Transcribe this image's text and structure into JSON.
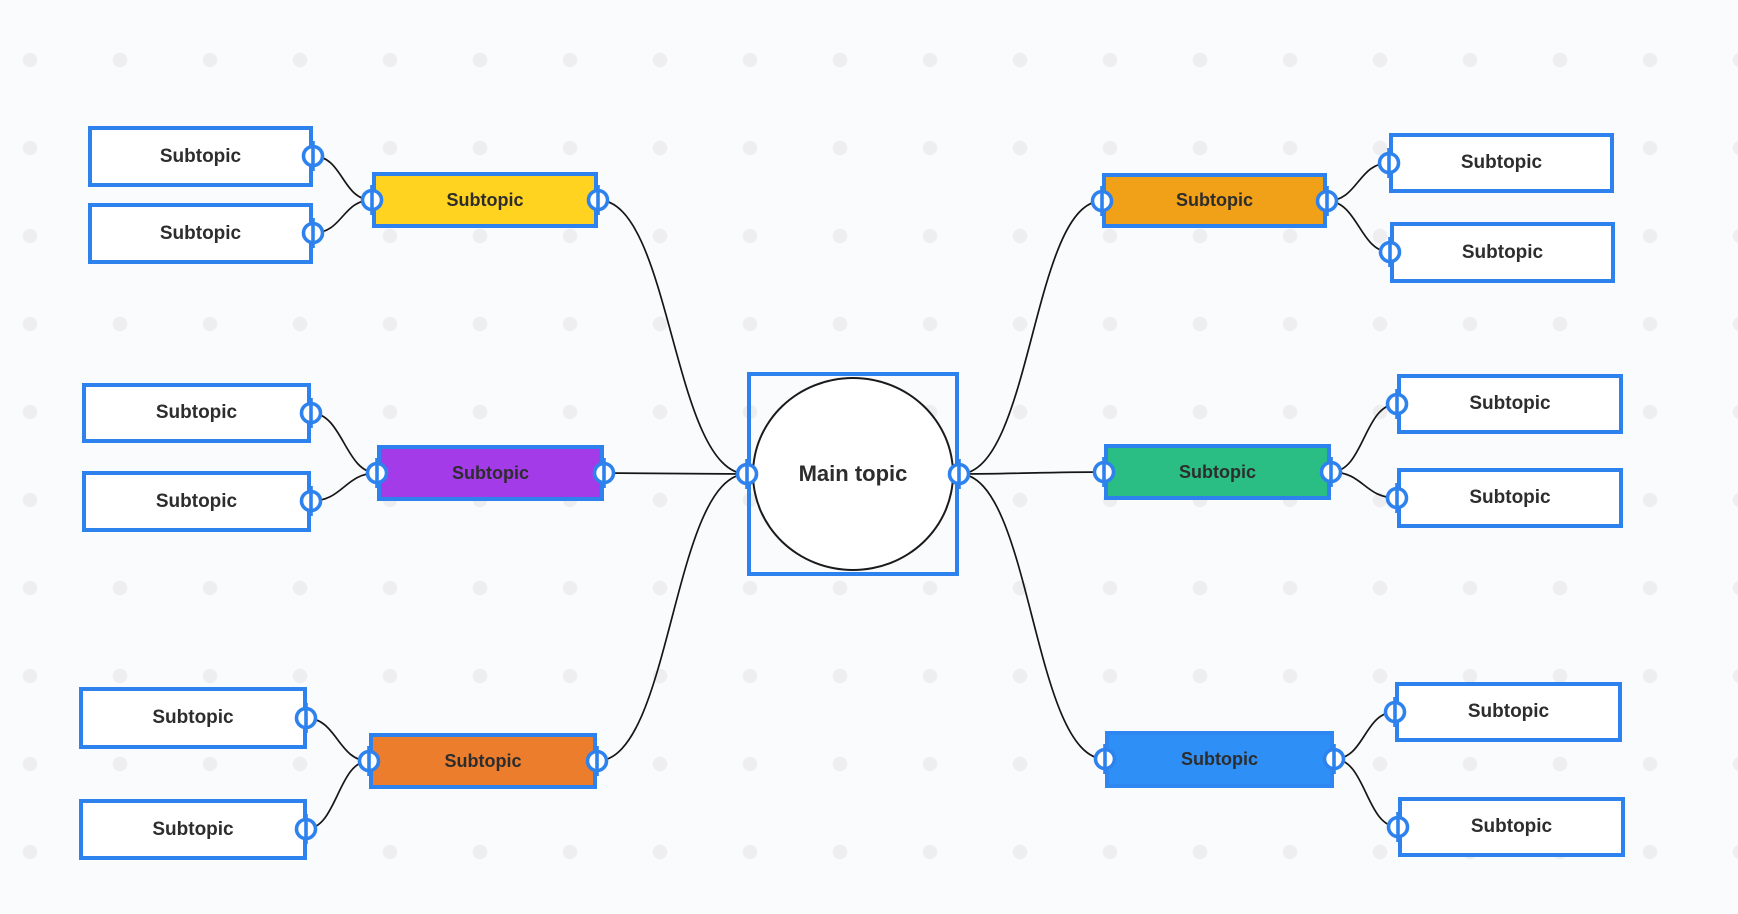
{
  "app": {
    "view": "mind-map-canvas"
  },
  "canvas": {
    "background": "#fafbfc",
    "dot_color": "#eeeef1",
    "accent_blue": "#2e82ee",
    "connector_color": "#161616",
    "text_color": "#2d2d2d"
  },
  "main_topic": {
    "label": "Main topic",
    "shape": "circle"
  },
  "branches": [
    {
      "position": "top-left",
      "label": "Subtopic",
      "fill": "#ffd31f",
      "children": [
        {
          "label": "Subtopic"
        },
        {
          "label": "Subtopic"
        }
      ]
    },
    {
      "position": "middle-left",
      "label": "Subtopic",
      "fill": "#a43be8",
      "children": [
        {
          "label": "Subtopic"
        },
        {
          "label": "Subtopic"
        }
      ]
    },
    {
      "position": "bottom-left",
      "label": "Subtopic",
      "fill": "#ec7d2c",
      "children": [
        {
          "label": "Subtopic"
        },
        {
          "label": "Subtopic"
        }
      ]
    },
    {
      "position": "top-right",
      "label": "Subtopic",
      "fill": "#f0a117",
      "children": [
        {
          "label": "Subtopic"
        },
        {
          "label": "Subtopic"
        }
      ]
    },
    {
      "position": "middle-right",
      "label": "Subtopic",
      "fill": "#2abd84",
      "children": [
        {
          "label": "Subtopic"
        },
        {
          "label": "Subtopic"
        }
      ]
    },
    {
      "position": "bottom-right",
      "label": "Subtopic",
      "fill": "#2e8ff7",
      "children": [
        {
          "label": "Subtopic"
        },
        {
          "label": "Subtopic"
        }
      ]
    }
  ]
}
